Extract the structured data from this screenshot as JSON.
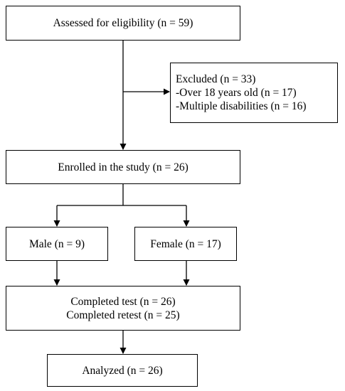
{
  "flowchart": {
    "assessed": "Assessed for eligibility (n = 59)",
    "excluded": {
      "title": "Excluded (n = 33)",
      "reason1": "-Over 18 years old (n = 17)",
      "reason2": "-Multiple disabilities (n = 16)"
    },
    "enrolled": "Enrolled in the study (n = 26)",
    "male": "Male (n = 9)",
    "female": "Female (n = 17)",
    "completed": {
      "test": "Completed test (n = 26)",
      "retest": "Completed retest (n = 25)"
    },
    "analyzed": "Analyzed (n = 26)"
  }
}
